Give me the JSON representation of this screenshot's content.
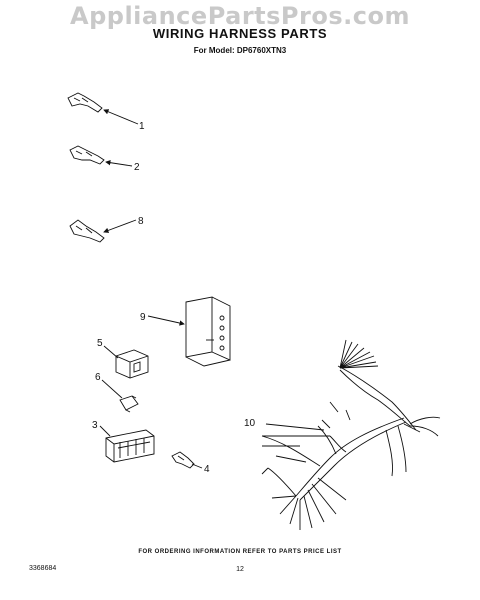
{
  "header": {
    "watermark": "AppliancePartsPros.com",
    "title": "WIRING HARNESS PARTS",
    "model_line": "For Model: DP6760XTN3"
  },
  "callouts": [
    {
      "num": "1",
      "part": "wire terminal"
    },
    {
      "num": "2",
      "part": "wire terminal"
    },
    {
      "num": "8",
      "part": "wire terminal"
    },
    {
      "num": "9",
      "part": "terminal block"
    },
    {
      "num": "5",
      "part": "connector housing"
    },
    {
      "num": "6",
      "part": "wire nut"
    },
    {
      "num": "3",
      "part": "multi-pin connector"
    },
    {
      "num": "4",
      "part": "wire terminal"
    },
    {
      "num": "10",
      "part": "wiring harness"
    }
  ],
  "footer": {
    "ordering_note": "FOR ORDERING INFORMATION REFER TO PARTS PRICE LIST",
    "doc_number": "3368684",
    "page_number": "12"
  }
}
